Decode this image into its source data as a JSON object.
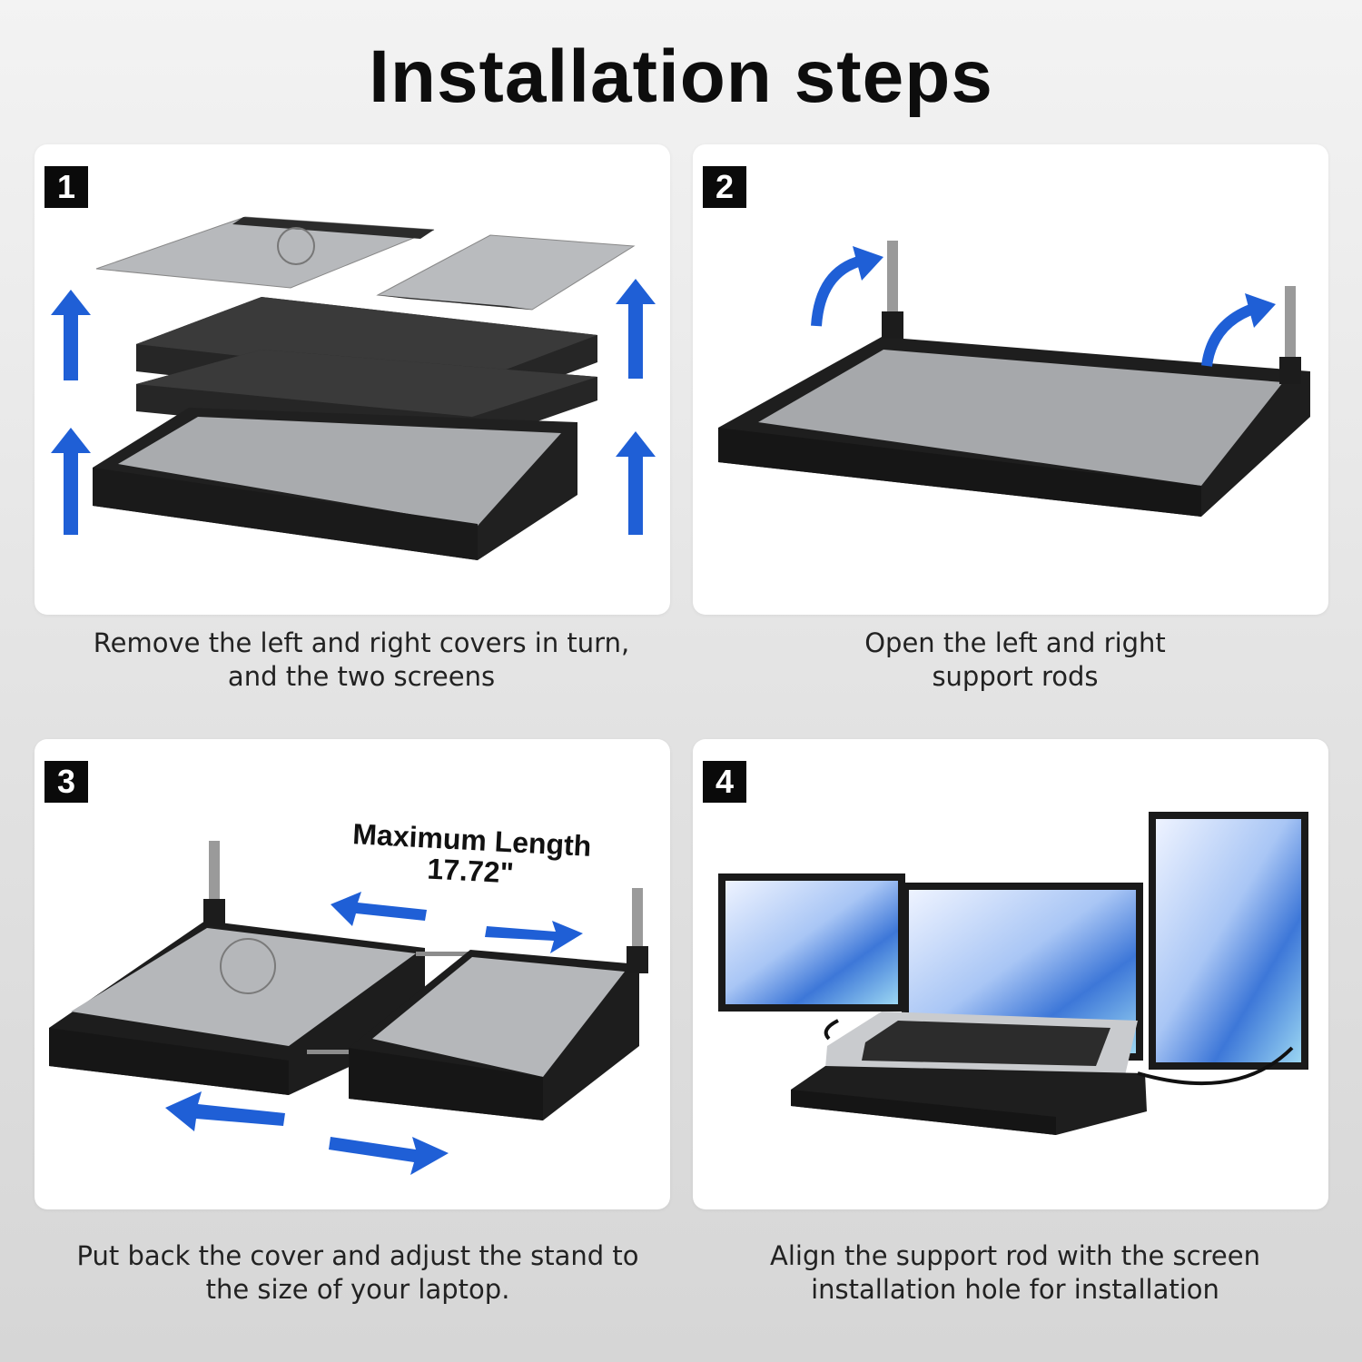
{
  "title": "Installation steps",
  "steps": [
    {
      "number": "1",
      "caption_line1": "Remove the left and right covers in turn,",
      "caption_line2": "and the two screens"
    },
    {
      "number": "2",
      "caption_line1": "Open the left and right",
      "caption_line2": "support rods"
    },
    {
      "number": "3",
      "caption_line1": "Put back the cover and adjust the stand to",
      "caption_line2": "the size of your laptop."
    },
    {
      "number": "4",
      "caption_line1": "Align the support rod with the screen",
      "caption_line2": "installation hole for installation"
    }
  ],
  "step3_annotation": {
    "label": "Maximum Length",
    "value": "17.72\""
  },
  "colors": {
    "arrow": "#1f5fd6",
    "badge": "#0a0a0a",
    "frame": "#1c1c1c"
  }
}
